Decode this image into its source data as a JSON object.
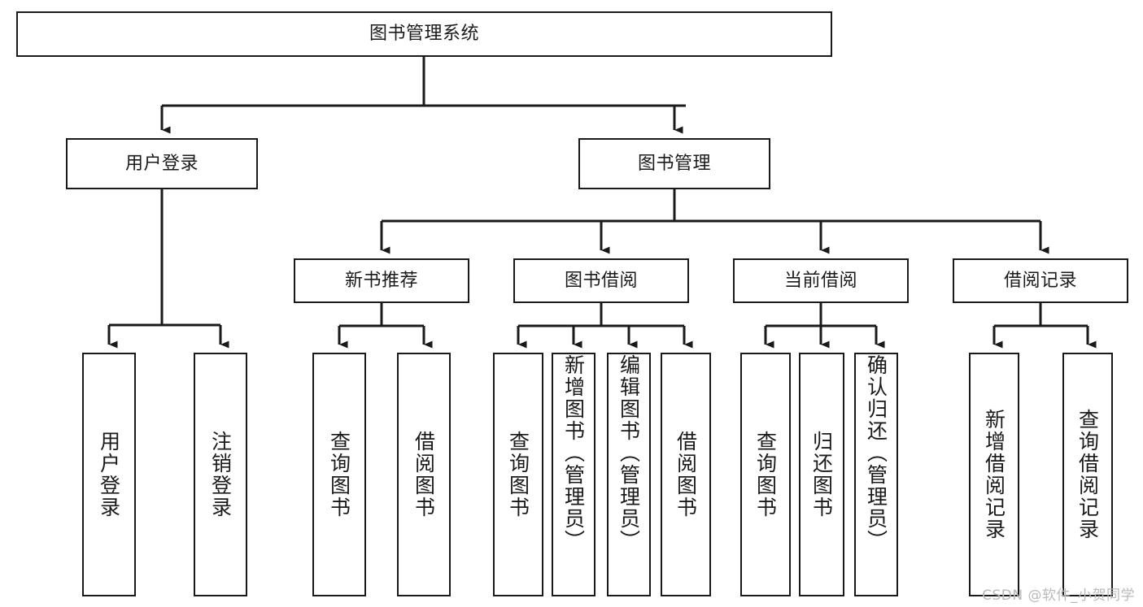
{
  "diagram": {
    "title": "图书管理系统",
    "root": {
      "id": "root",
      "label": "图书管理系统"
    },
    "level2": [
      {
        "id": "user-login",
        "label": "用户登录"
      },
      {
        "id": "book-manage",
        "label": "图书管理"
      }
    ],
    "level3": [
      {
        "id": "new-book-rec",
        "label": "新书推荐"
      },
      {
        "id": "book-borrow",
        "label": "图书借阅"
      },
      {
        "id": "current-borrow",
        "label": "当前借阅"
      },
      {
        "id": "borrow-record",
        "label": "借阅记录"
      }
    ],
    "leaves": {
      "user_login": [
        {
          "id": "leaf-user-login",
          "label": "用户登录"
        },
        {
          "id": "leaf-logout-login",
          "label": "注销登录"
        }
      ],
      "new_book_rec": [
        {
          "id": "leaf-query-book-1",
          "label": "查询图书"
        },
        {
          "id": "leaf-borrow-book-1",
          "label": "借阅图书"
        }
      ],
      "book_borrow": [
        {
          "id": "leaf-query-book-2",
          "label": "查询图书"
        },
        {
          "id": "leaf-add-book",
          "label": "新增图书（管理员）"
        },
        {
          "id": "leaf-edit-book",
          "label": "编辑图书（管理员）"
        },
        {
          "id": "leaf-borrow-book-2",
          "label": "借阅图书"
        }
      ],
      "current_borrow": [
        {
          "id": "leaf-query-book-3",
          "label": "查询图书"
        },
        {
          "id": "leaf-return-book",
          "label": "归还图书"
        },
        {
          "id": "leaf-confirm-return",
          "label": "确认归还（管理员）"
        }
      ],
      "borrow_record": [
        {
          "id": "leaf-add-record",
          "label": "新增借阅记录"
        },
        {
          "id": "leaf-query-record",
          "label": "查询借阅记录"
        }
      ]
    }
  },
  "watermark": {
    "text": "CSDN @软件_小贺同学"
  },
  "colors": {
    "stroke": "#1a1a1a",
    "fill": "#ffffff",
    "text": "#1a1a1a",
    "watermark": "#b9b9b9"
  }
}
